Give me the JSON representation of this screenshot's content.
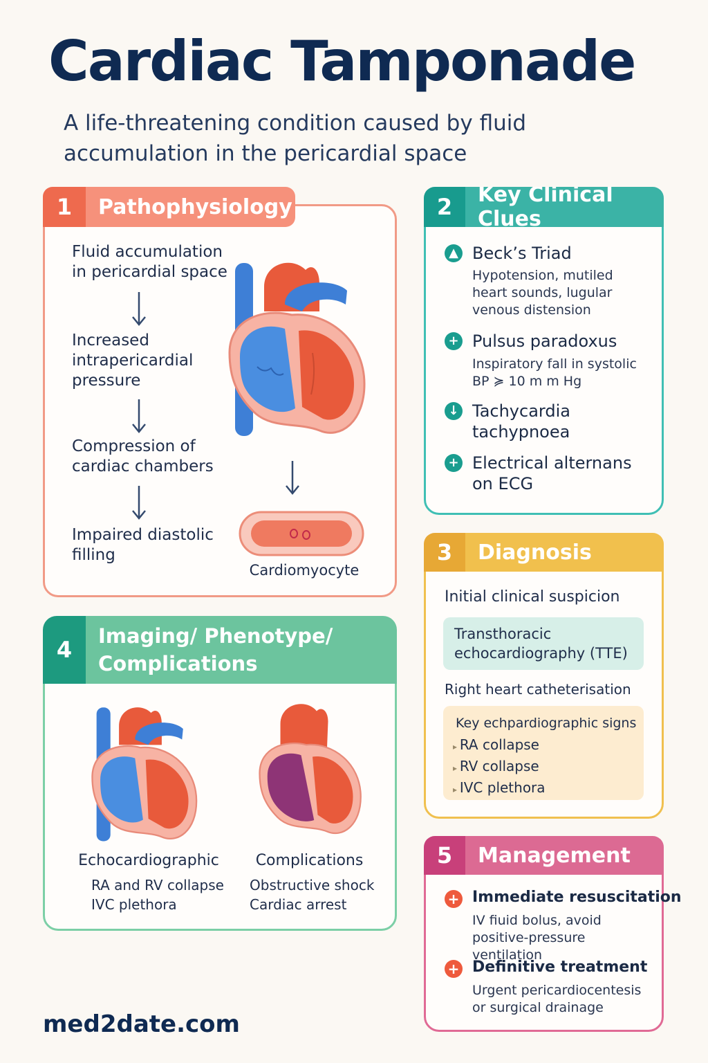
{
  "title": "Cardiac Tamponade",
  "subtitle": "A life-threatening condition caused by fluid accumulation in the pericardial space",
  "sections": {
    "pathophysiology": {
      "number": "1",
      "title": "Pathophysiology",
      "steps": [
        "Fluid accumulation in pericardial space",
        "Increased intrapericardial pressure",
        "Compression of cardiac chambers",
        "Impaired diastolic filling"
      ],
      "cell_label": "Cardiomyocyte"
    },
    "clinical_clues": {
      "number": "2",
      "title": "Key Clinical Clues",
      "items": [
        {
          "title": "Beck’s Triad",
          "desc": "Hypotension, mutiled heart sounds, lugular venous distension",
          "icon": "▲"
        },
        {
          "title": "Pulsus paradoxus",
          "desc": "Inspiratory fall in systolic BP ≽ 10 m m Hg",
          "icon": "+"
        },
        {
          "title": "Tachycardia tachypnoea",
          "desc": "",
          "icon": "↓"
        },
        {
          "title": "Electrical alternans on ECG",
          "desc": "",
          "icon": "+"
        }
      ]
    },
    "diagnosis": {
      "number": "3",
      "title": "Diagnosis",
      "initial": "Initial clinical suspicion",
      "tte": "Transthoracic echocardiography (TTE)",
      "cath": "Right heart catheterisation",
      "signs_title": "Key echpardiographic signs",
      "signs": [
        "RA collapse",
        "RV collapse",
        "IVC plethora"
      ]
    },
    "imaging": {
      "number": "4",
      "title": "Imaging/ Phenotype/ Complications",
      "left_caption": "Echocardiographic",
      "left_items": [
        "RA and RV collapse",
        "IVC plethora"
      ],
      "right_caption": "Complications",
      "right_items": [
        "Obstructive shock",
        "Cardiac arrest"
      ]
    },
    "management": {
      "number": "5",
      "title": "Management",
      "items": [
        {
          "title": "Immediate resuscitation",
          "desc": "IV fiuid bolus, avoid positive-pressure ventilation"
        },
        {
          "title": "Definitive treatment",
          "desc": "Urgent pericardiocentesis or surgical drainage"
        }
      ]
    }
  },
  "footer": "med2date.com",
  "colors": {
    "coral": "#ee6a4e",
    "teal": "#189b8e",
    "yellow": "#e7a835",
    "green": "#1d9a7f",
    "pink": "#c8407a",
    "navy": "#0f2a52"
  }
}
